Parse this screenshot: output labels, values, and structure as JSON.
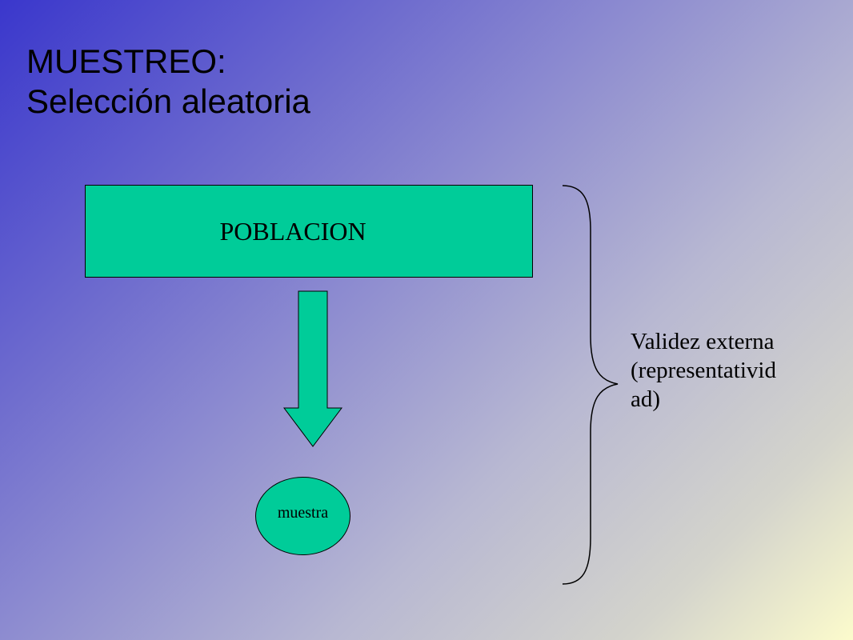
{
  "slide": {
    "title_line1": "MUESTREO:",
    "title_line2": "Selección aleatoria"
  },
  "diagram": {
    "population_label": "POBLACION",
    "sample_label": "muestra",
    "validity_lines": [
      "Validez externa",
      "(representativid",
      "ad)"
    ]
  },
  "colors": {
    "shape_fill": "#00cc99",
    "outline": "#000000",
    "gradient_start": "#3a37cc",
    "gradient_end": "#fcfbcc"
  }
}
